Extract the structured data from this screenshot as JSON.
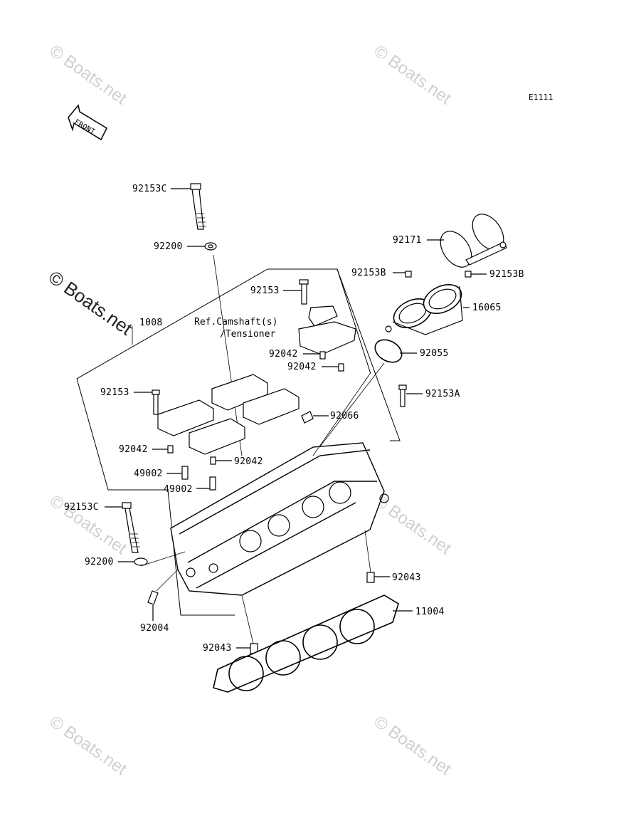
{
  "diagram_code": "E1111",
  "front_label": "FRONT",
  "watermark_text": "© Boats.net",
  "reference_note": {
    "line1": "Ref.Camshaft(s)",
    "line2": "/Tensioner"
  },
  "parts": {
    "p92153C_top": "92153C",
    "p92200_top": "92200",
    "p92171": "92171",
    "p92153B_left": "92153B",
    "p92153B_right": "92153B",
    "p92153_upper": "92153",
    "p16065": "16065",
    "p1008": "1008",
    "p92042_a": "92042",
    "p92042_b": "92042",
    "p92055": "92055",
    "p92153_left": "92153",
    "p92153A": "92153A",
    "p92066": "92066",
    "p92042_c": "92042",
    "p92042_d": "92042",
    "p49002_a": "49002",
    "p49002_b": "49002",
    "p92153C_bottom": "92153C",
    "p92200_bottom": "92200",
    "p92043_right": "92043",
    "p11004": "11004",
    "p92004": "92004",
    "p92043_left": "92043"
  },
  "colors": {
    "line": "#000000",
    "watermark": "#cfcfcf"
  }
}
